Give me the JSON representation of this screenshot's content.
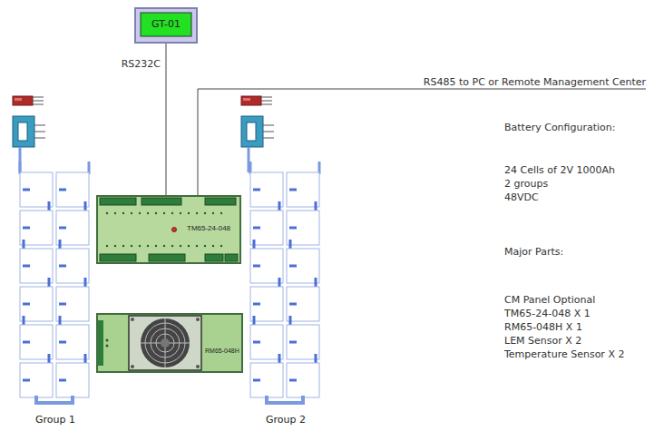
{
  "diagram": {
    "nodes": [
      {
        "text": [
          "GT-01"
        ]
      },
      {
        "text": [
          "TM65-24-048"
        ]
      },
      {
        "text": [
          "RM65-048H"
        ]
      },
      {
        "text": [
          "Group 1"
        ]
      },
      {
        "text": [
          "Group 2"
        ]
      }
    ],
    "edges": [
      {
        "from": 0,
        "to": 1,
        "arrow": "none",
        "label": "RS232C"
      }
    ],
    "labels": [
      "RS485 to PC or Remote Management Center",
      "Battery Configuration:",
      "24 Cells of 2V 1000Ah",
      "2 groups",
      "48VDC",
      "Major Parts:",
      "CM Panel Optional",
      "TM65-24-048 X 1",
      "RM65-048H X 1",
      "LEM Sensor X 2",
      "Temperature Sensor X 2"
    ]
  }
}
